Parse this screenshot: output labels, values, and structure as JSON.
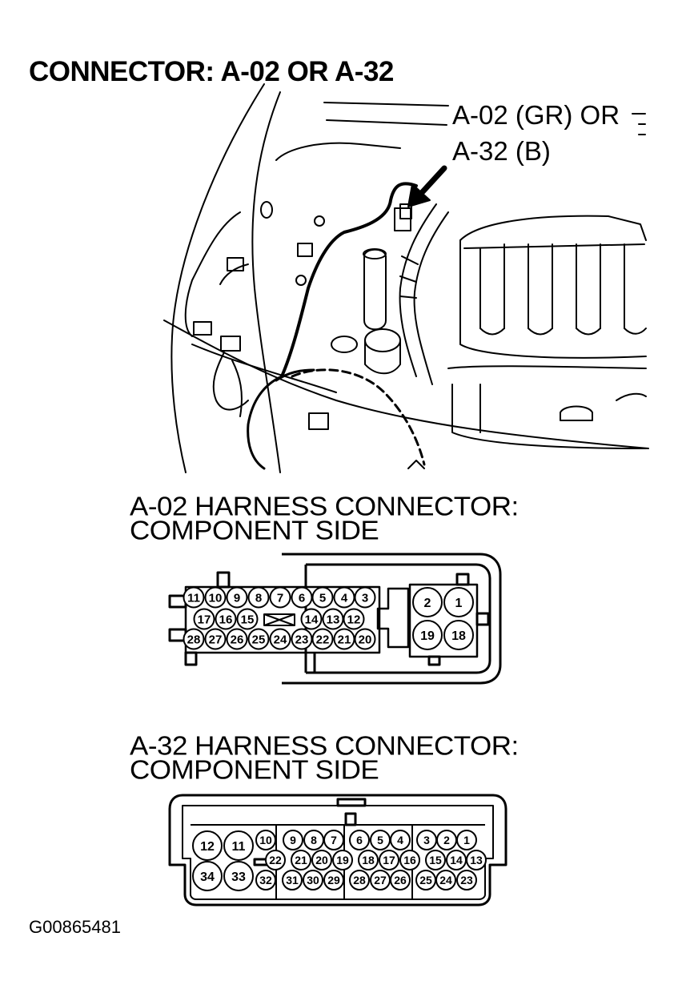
{
  "title": "CONNECTOR: A-02 OR A-32",
  "callout": {
    "line1": "A-02 (GR) OR",
    "line2": "A-32 (B)"
  },
  "connectors": [
    {
      "id": "a02",
      "heading_line1": "A-02 HARNESS CONNECTOR:",
      "heading_line2": "COMPONENT SIDE",
      "small_pins": [
        {
          "label": "11"
        },
        {
          "label": "10"
        },
        {
          "label": "9"
        },
        {
          "label": "8"
        },
        {
          "label": "7"
        },
        {
          "label": "6"
        },
        {
          "label": "5"
        },
        {
          "label": "4"
        },
        {
          "label": "3"
        },
        {
          "label": "17"
        },
        {
          "label": "16"
        },
        {
          "label": "15"
        },
        {
          "label": "14"
        },
        {
          "label": "13"
        },
        {
          "label": "12"
        },
        {
          "label": "28"
        },
        {
          "label": "27"
        },
        {
          "label": "26"
        },
        {
          "label": "25"
        },
        {
          "label": "24"
        },
        {
          "label": "23"
        },
        {
          "label": "22"
        },
        {
          "label": "21"
        },
        {
          "label": "20"
        }
      ],
      "large_pins": [
        {
          "label": "2"
        },
        {
          "label": "1"
        },
        {
          "label": "19"
        },
        {
          "label": "18"
        }
      ]
    },
    {
      "id": "a32",
      "heading_line1": "A-32 HARNESS CONNECTOR:",
      "heading_line2": "COMPONENT SIDE",
      "small_pins": [
        {
          "label": "10"
        },
        {
          "label": "9"
        },
        {
          "label": "8"
        },
        {
          "label": "7"
        },
        {
          "label": "6"
        },
        {
          "label": "5"
        },
        {
          "label": "4"
        },
        {
          "label": "3"
        },
        {
          "label": "2"
        },
        {
          "label": "1"
        },
        {
          "label": "22"
        },
        {
          "label": "21"
        },
        {
          "label": "20"
        },
        {
          "label": "19"
        },
        {
          "label": "18"
        },
        {
          "label": "17"
        },
        {
          "label": "16"
        },
        {
          "label": "15"
        },
        {
          "label": "14"
        },
        {
          "label": "13"
        },
        {
          "label": "32"
        },
        {
          "label": "31"
        },
        {
          "label": "30"
        },
        {
          "label": "29"
        },
        {
          "label": "28"
        },
        {
          "label": "27"
        },
        {
          "label": "26"
        },
        {
          "label": "25"
        },
        {
          "label": "24"
        },
        {
          "label": "23"
        }
      ],
      "large_pins": [
        {
          "label": "12"
        },
        {
          "label": "11"
        },
        {
          "label": "34"
        },
        {
          "label": "33"
        }
      ]
    }
  ],
  "figure_id": "G00865481"
}
